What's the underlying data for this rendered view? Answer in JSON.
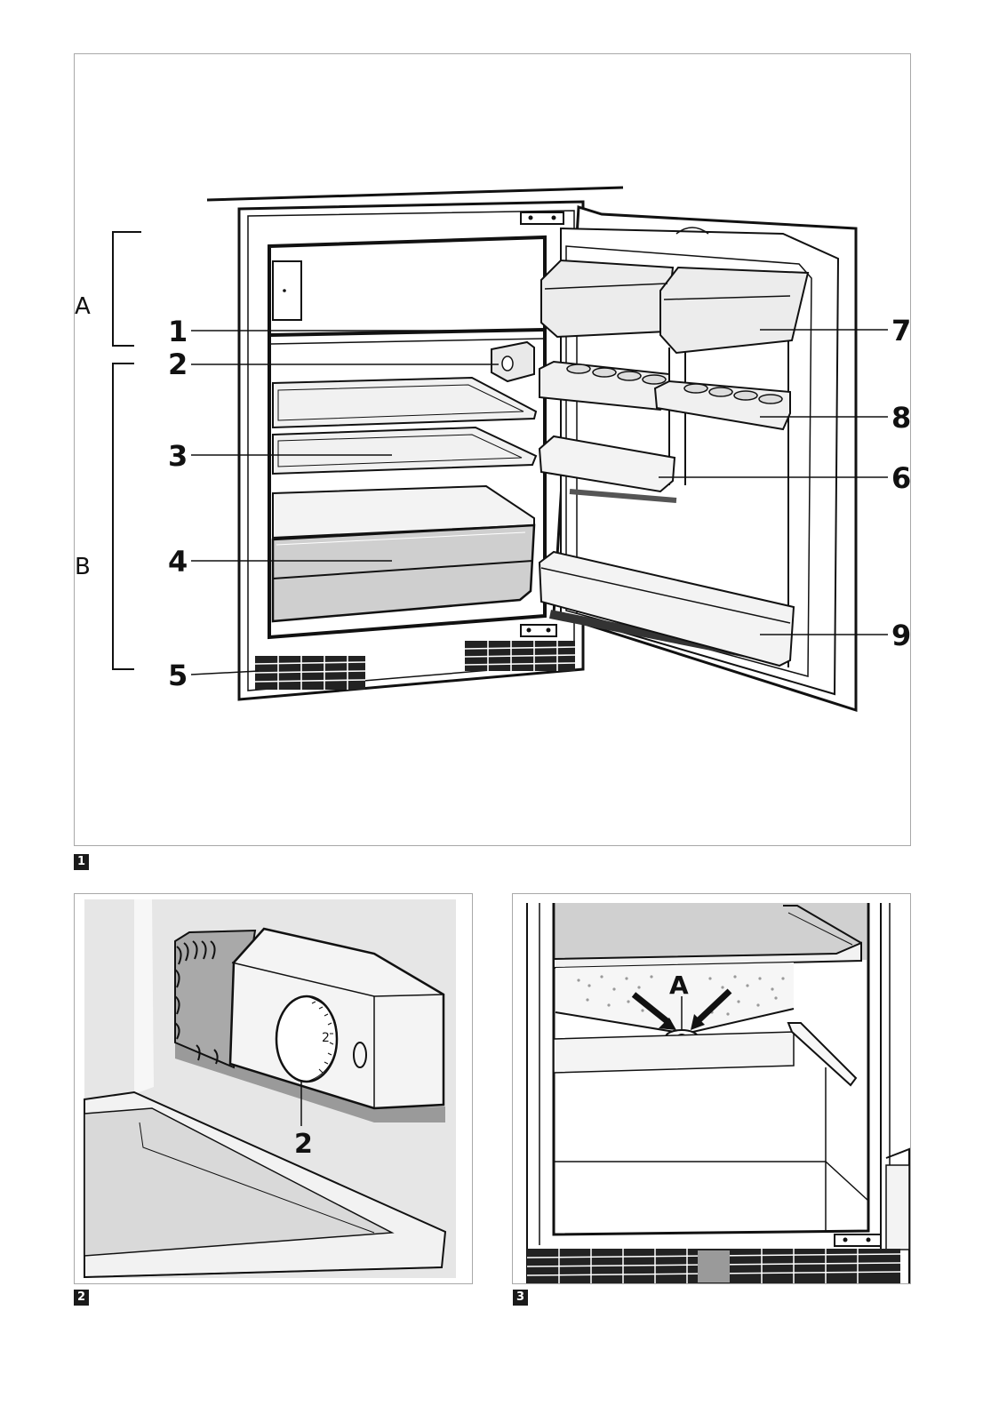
{
  "figures": [
    {
      "number": "1"
    },
    {
      "number": "2"
    },
    {
      "number": "3"
    }
  ],
  "figure1": {
    "sections": {
      "upper": "A",
      "lower": "B"
    },
    "callouts_left": [
      "1",
      "2",
      "3",
      "4",
      "5"
    ],
    "callouts_right": [
      "7",
      "8",
      "6",
      "9"
    ]
  },
  "figure2": {
    "callout": "2",
    "dial_mark": "2"
  },
  "figure3": {
    "callout": "A"
  }
}
